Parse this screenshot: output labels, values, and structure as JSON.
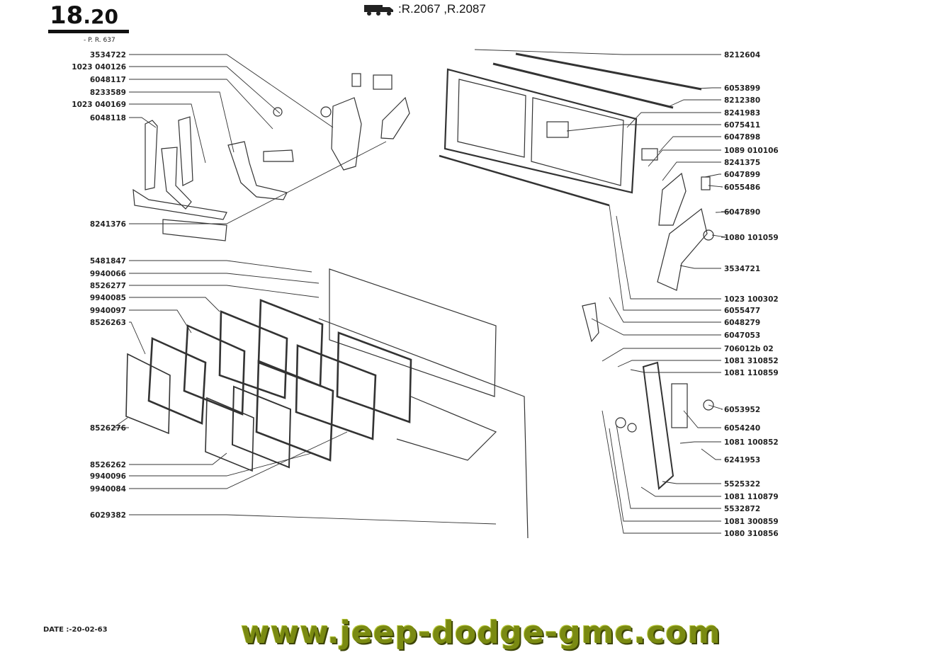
{
  "header": {
    "page_major": "18",
    "page_minor": ".20",
    "pr_ref": "- P. R. 637",
    "models": ":R.2067 ,R.2087",
    "truck_icon": "truck-icon"
  },
  "footer": {
    "date": "DATE :-20-02-63",
    "website": "www.jeep-dodge-gmc.com"
  },
  "colors": {
    "ink": "#222222",
    "website": "#7a8a12"
  },
  "labels_left": [
    "3534722",
    "1023 040126",
    "6048117",
    "8233589",
    "1023 040169",
    "6048118",
    "8241376",
    "5481847",
    "9940066",
    "8526277",
    "9940085",
    "9940097",
    "8526263",
    "8526276",
    "8526262",
    "9940096",
    "9940084",
    "6029382"
  ],
  "labels_right": [
    "8212604",
    "6053899",
    "8212380",
    "8241983",
    "6075411",
    "6047898",
    "1089 010106",
    "8241375",
    "6047899",
    "6055486",
    "6047890",
    "1080 101059",
    "3534721",
    "1023 100302",
    "6055477",
    "6048279",
    "6047053",
    "706012b 02",
    "1081 310852",
    "1081 110859",
    "6053952",
    "6054240",
    "1081 100852",
    "6241953",
    "5525322",
    "1081 110879",
    "5532872",
    "1081 300859",
    "1080 310856"
  ]
}
